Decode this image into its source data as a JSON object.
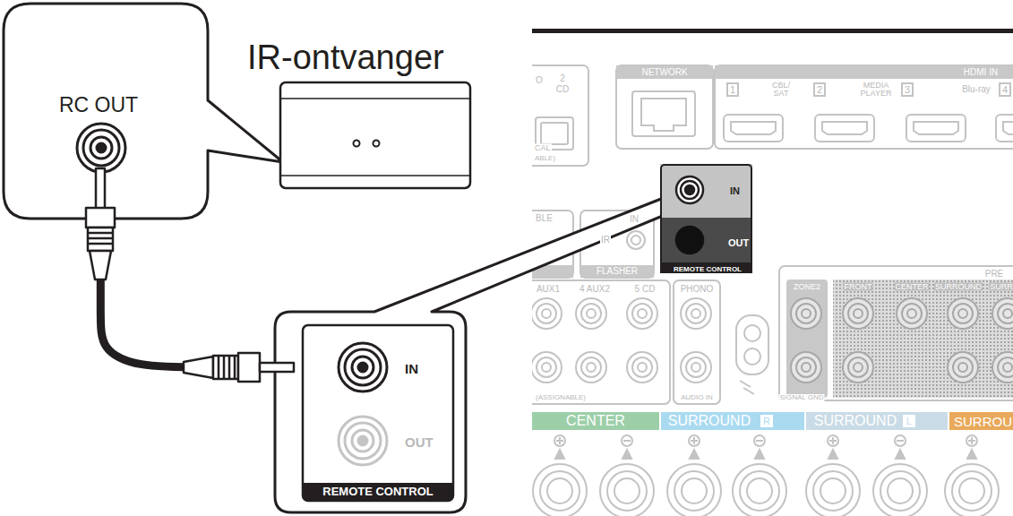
{
  "diagram": {
    "nodes": [
      {
        "text": [
          "IR-ontvanger"
        ]
      },
      {
        "text": [
          "RC OUT"
        ]
      },
      {
        "text": [
          "IN",
          "OUT",
          "REMOTE CONTROL"
        ]
      },
      {
        "text": [
          "IN",
          "OUT",
          "REMOTE CONTROL"
        ]
      }
    ],
    "edges": [
      {
        "from": 1,
        "to": 2,
        "arrow": "none"
      }
    ],
    "labels": [
      "O",
      "2",
      "CD",
      "CAL",
      "ABLE)",
      "NETWORK",
      "HDMI IN",
      "1",
      "CBL/ SAT",
      "2",
      "MEDIA PLAYER",
      "3",
      "Blu-ray",
      "4",
      "BLE",
      "IN",
      "IR",
      "FLASHER",
      "AUX1",
      "4 AUX2",
      "5 CD",
      "PHONO",
      "(ASSIGNABLE)",
      "AUDIO IN",
      "SIGNAL GND",
      "ZONE2",
      "FRONT",
      "CENTER",
      "SURROUND",
      "SURR",
      "PRE",
      "CENTER",
      "SURROUND",
      "R",
      "SURROUND",
      "L",
      "SURROU"
    ]
  }
}
